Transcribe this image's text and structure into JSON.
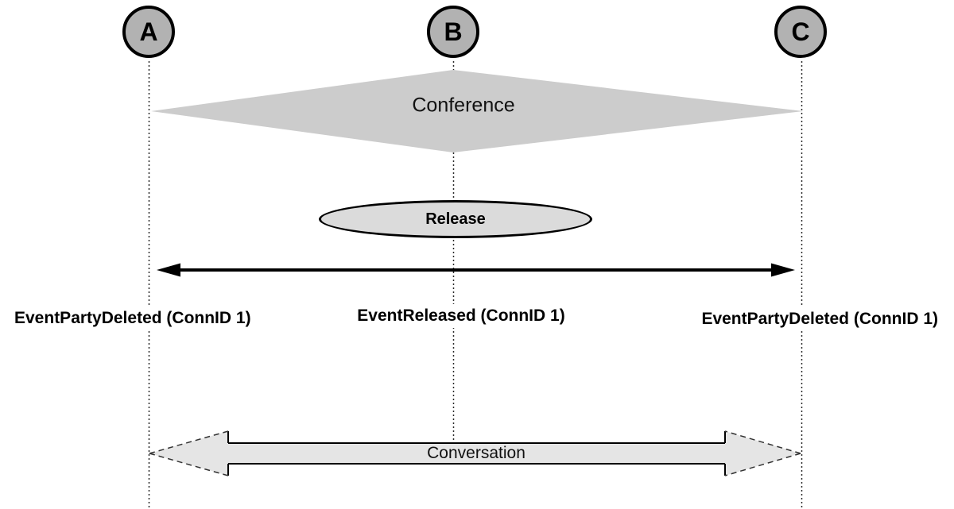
{
  "parties": [
    {
      "label": "A"
    },
    {
      "label": "B"
    },
    {
      "label": "C"
    }
  ],
  "conference": {
    "label": "Conference",
    "fill": "#cccccc"
  },
  "release": {
    "label": "Release",
    "fill": "#dbdbdb",
    "border_color": "#000000"
  },
  "events": {
    "left": "EventPartyDeleted (ConnID 1)",
    "center": "EventReleased (ConnID 1)",
    "right": "EventPartyDeleted (ConnID 1)"
  },
  "conversation": {
    "label": "Conversation",
    "fill": "#e5e5e5"
  },
  "colors": {
    "party_fill": "#b2b2b2",
    "party_border": "#000000",
    "lifeline": "#2b2b2b",
    "arrow": "#000000",
    "background": "#ffffff"
  }
}
